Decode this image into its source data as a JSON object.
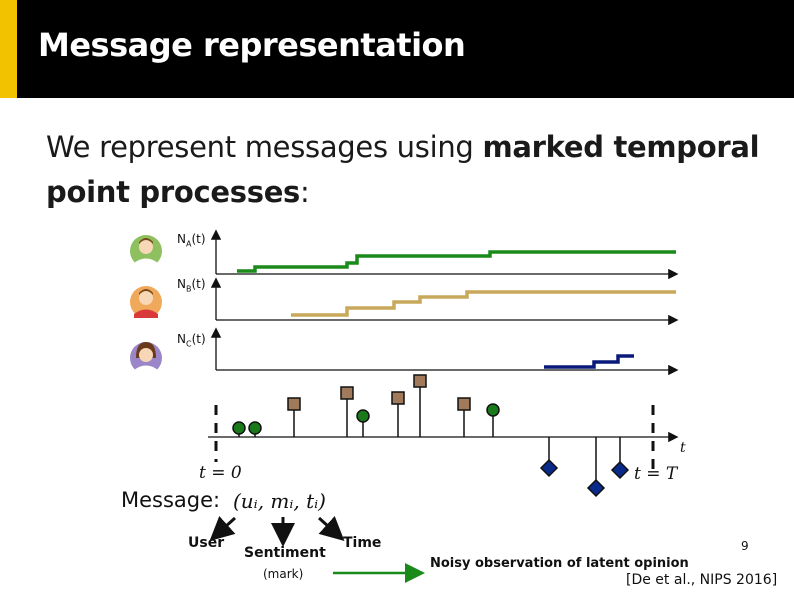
{
  "header": {
    "title": "Message representation",
    "accent_color": "#f2c200",
    "bar_color": "#000000"
  },
  "intro": {
    "prefix": "We represent messages using ",
    "bold": "marked temporal point processes",
    "suffix": ":"
  },
  "users": [
    {
      "name": "A",
      "label_main": "N",
      "label_sub": "A",
      "label_tail": "(t)",
      "color": "#1a8a1a",
      "avatar_shirt": "#a8d07a"
    },
    {
      "name": "B",
      "label_main": "N",
      "label_sub": "B",
      "label_tail": "(t)",
      "color": "#c8a85a",
      "avatar_shirt": "#d83a3a"
    },
    {
      "name": "C",
      "label_main": "N",
      "label_sub": "C",
      "label_tail": "(t)",
      "color": "#0a1a7a",
      "avatar_shirt": "#f0f0f0"
    }
  ],
  "timeline": {
    "t0_label": "t = 0",
    "tT_label": "t = T",
    "axis_label": "t"
  },
  "message": {
    "label": "Message:",
    "tuple": "(uᵢ, mᵢ, tᵢ)",
    "user_label": "User",
    "sentiment_label": "Sentiment",
    "mark_label": "(mark)",
    "time_label": "Time",
    "noisy_label": "Noisy observation of latent opinion"
  },
  "footer": {
    "page_number": "9",
    "citation": "[De et al., NIPS 2016]"
  }
}
